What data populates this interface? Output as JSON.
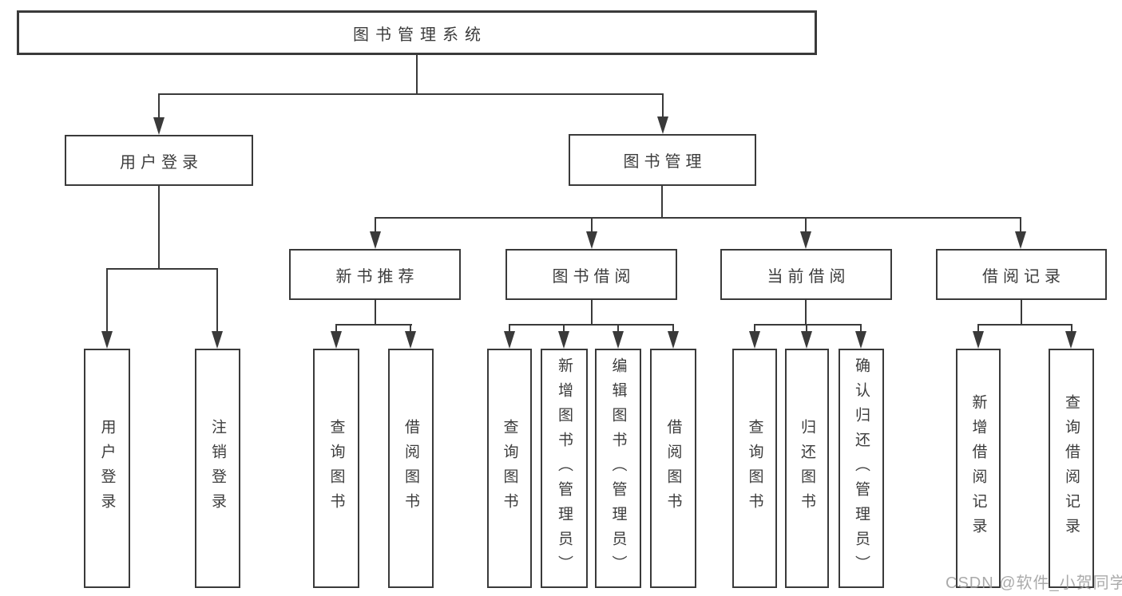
{
  "diagram": {
    "title": "图书管理系统",
    "watermark": "CSDN @软件_小贺同学",
    "colors": {
      "line": "#3a3a3a",
      "text": "#3c3c3c",
      "bg": "#ffffff",
      "watermark": "#9c9c9c"
    },
    "nodes": {
      "root": {
        "label": "图书管理系统"
      },
      "user_login": {
        "label": "用户登录"
      },
      "book_mgmt": {
        "label": "图书管理"
      },
      "new_book_rec": {
        "label": "新书推荐"
      },
      "book_borrow": {
        "label": "图书借阅"
      },
      "current_borrow": {
        "label": "当前借阅"
      },
      "borrow_records": {
        "label": "借阅记录"
      },
      "leaf_user_login": {
        "label": "用户登录"
      },
      "leaf_logout": {
        "label": "注销登录"
      },
      "leaf_query_book_1": {
        "label": "查询图书"
      },
      "leaf_borrow_book_1": {
        "label": "借阅图书"
      },
      "leaf_query_book_2": {
        "label": "查询图书"
      },
      "leaf_add_book": {
        "label": "新增图书（管理员）"
      },
      "leaf_edit_book": {
        "label": "编辑图书（管理员）"
      },
      "leaf_borrow_book_2": {
        "label": "借阅图书"
      },
      "leaf_query_book_3": {
        "label": "查询图书"
      },
      "leaf_return_book": {
        "label": "归还图书"
      },
      "leaf_confirm_return": {
        "label": "确认归还（管理员）"
      },
      "leaf_add_borrow_record": {
        "label": "新增借阅记录"
      },
      "leaf_query_borrow_record": {
        "label": "查询借阅记录"
      }
    },
    "hierarchy": {
      "root": [
        "user_login",
        "book_mgmt"
      ],
      "user_login": [
        "leaf_user_login",
        "leaf_logout"
      ],
      "book_mgmt": [
        "new_book_rec",
        "book_borrow",
        "current_borrow",
        "borrow_records"
      ],
      "new_book_rec": [
        "leaf_query_book_1",
        "leaf_borrow_book_1"
      ],
      "book_borrow": [
        "leaf_query_book_2",
        "leaf_add_book",
        "leaf_edit_book",
        "leaf_borrow_book_2"
      ],
      "current_borrow": [
        "leaf_query_book_3",
        "leaf_return_book",
        "leaf_confirm_return"
      ],
      "borrow_records": [
        "leaf_add_borrow_record",
        "leaf_query_borrow_record"
      ]
    }
  }
}
